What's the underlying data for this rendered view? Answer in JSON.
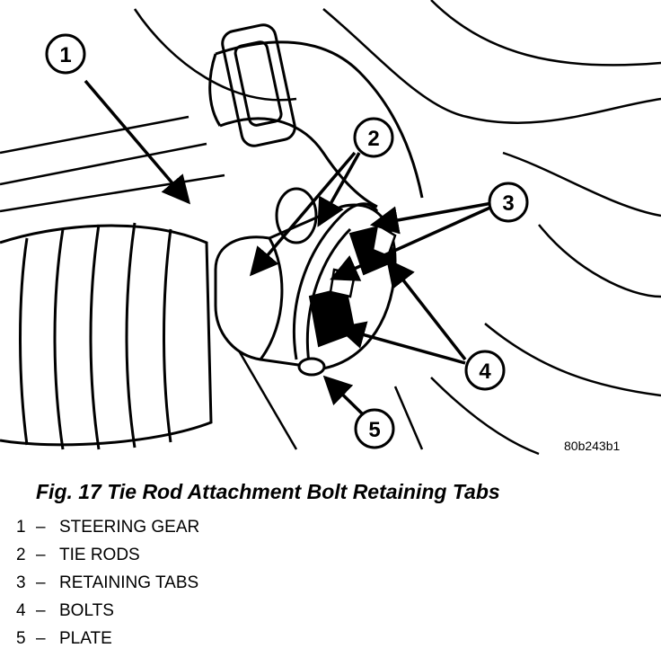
{
  "figure": {
    "image_code": "80b243b1",
    "callouts": [
      {
        "num": "1"
      },
      {
        "num": "2"
      },
      {
        "num": "3"
      },
      {
        "num": "4"
      },
      {
        "num": "5"
      }
    ]
  },
  "caption": "Fig. 17 Tie Rod Attachment Bolt Retaining Tabs",
  "legend": [
    {
      "num": "1",
      "dash": "–",
      "label": "STEERING GEAR"
    },
    {
      "num": "2",
      "dash": "–",
      "label": "TIE RODS"
    },
    {
      "num": "3",
      "dash": "–",
      "label": "RETAINING TABS"
    },
    {
      "num": "4",
      "dash": "–",
      "label": "BOLTS"
    },
    {
      "num": "5",
      "dash": "–",
      "label": "PLATE"
    }
  ]
}
